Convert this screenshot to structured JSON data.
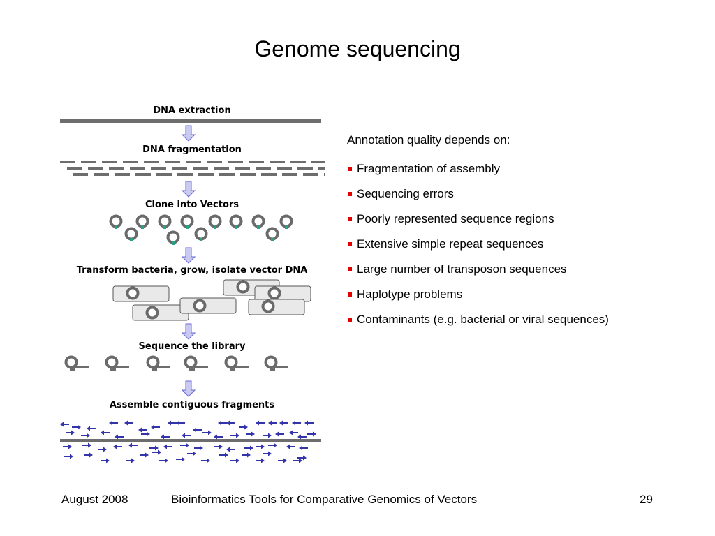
{
  "title": "Genome sequencing",
  "diagram": {
    "steps": [
      "DNA extraction",
      "DNA fragmentation",
      "Clone into Vectors",
      "Transform bacteria, grow, isolate vector DNA",
      "Sequence the library",
      "Assemble contiguous fragments"
    ],
    "colors": {
      "dna": "#6d6d6d",
      "vector_ring": "#6a6a6a",
      "insert": "#2aa184",
      "arrow_fill": "#c9c9f2",
      "arrow_stroke": "#6a6ad8",
      "read": "#3333aa",
      "cell_fill": "#e9e9e9",
      "cell_stroke": "#555555"
    }
  },
  "annotation": {
    "heading": "Annotation quality depends on:",
    "bullet_color": "#e00000",
    "items": [
      "Fragmentation of assembly",
      "Sequencing errors",
      "Poorly represented sequence regions",
      "Extensive simple repeat sequences",
      "Large number of transposon sequences",
      "Haplotype problems",
      "Contaminants (e.g. bacterial or viral sequences)"
    ]
  },
  "footer": {
    "date": "August 2008",
    "course": "Bioinformatics Tools for Comparative Genomics of Vectors",
    "page": "29"
  }
}
